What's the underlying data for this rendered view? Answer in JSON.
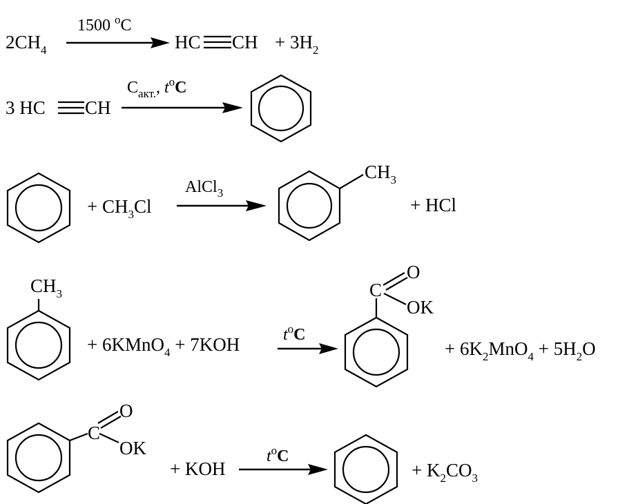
{
  "reactions": [
    {
      "left": {
        "coef": "2CH",
        "sub": "4"
      },
      "condition": {
        "text": "1500 ",
        "sup": "o",
        "tail": "C"
      },
      "product_a": "HC",
      "product_b": "CH",
      "plus_product": {
        "text": "+ 3H",
        "sub": "2"
      }
    },
    {
      "left_coef": "3 HC",
      "left_b": "CH",
      "condition": {
        "main": "C",
        "sub": "акт.",
        "sep": ", ",
        "t": "t",
        "sup": "o",
        "tail": "C"
      }
    },
    {
      "reagent": {
        "pre": "+ CH",
        "sub": "3",
        "post": "Cl"
      },
      "condition": {
        "main": "AlCl",
        "sub": "3"
      },
      "product_group": {
        "main": "CH",
        "sub": "3"
      },
      "by_product": "+ HCl"
    },
    {
      "substituent": {
        "main": "CH",
        "sub": "3"
      },
      "reagents": {
        "a": "+ 6KMnO",
        "a_sub": "4",
        "b": " + 7KOH"
      },
      "condition": {
        "t": "t",
        "sup": "o",
        "tail": "C"
      },
      "carboxyl": {
        "c": "C",
        "o": "O",
        "ok": "OK"
      },
      "by_products": {
        "a": "+ 6K",
        "a_sub": "2",
        "b": "MnO",
        "b_sub": "4",
        "c": " + 5H",
        "c_sub": "2",
        "d": "O"
      }
    },
    {
      "carboxyl": {
        "c": "C",
        "o": "O",
        "ok": "OK"
      },
      "reagent": "+ KOH",
      "condition": {
        "t": "t",
        "sup": "o",
        "tail": "C"
      },
      "by_product": {
        "pre": "+ K",
        "sub": "2",
        "mid": "CO",
        "sub2": "3"
      }
    }
  ]
}
